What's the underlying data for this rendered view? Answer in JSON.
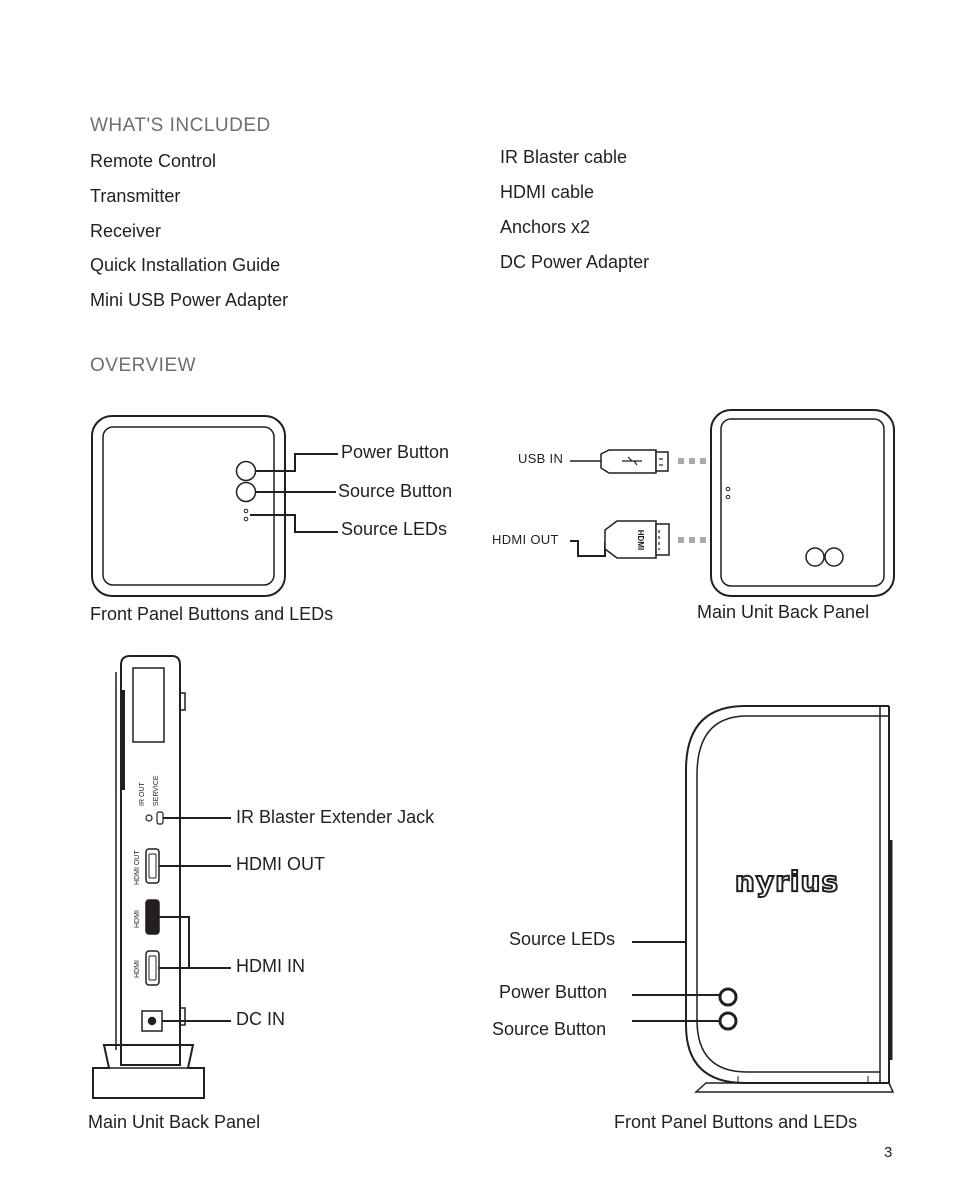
{
  "included": {
    "heading": "WHAT'S INCLUDED",
    "left_items": [
      "Remote Control",
      "Transmitter",
      "Receiver",
      "Quick Installation Guide",
      "Mini USB Power Adapter"
    ],
    "right_items": [
      "IR Blaster cable",
      "HDMI cable",
      "Anchors x2",
      "DC Power Adapter"
    ]
  },
  "overview": {
    "heading": "OVERVIEW",
    "front_panel": {
      "power_button": "Power Button",
      "source_button": "Source Button",
      "source_leds": "Source LEDs",
      "caption": "Front Panel Buttons and LEDs"
    },
    "back_panel": {
      "usb_in": "USB IN",
      "hdmi_out": "HDMI OUT",
      "caption": "Main Unit Back Panel"
    },
    "side_panel": {
      "ir_blaster": "IR Blaster Extender Jack",
      "hdmi_out": "HDMI OUT",
      "hdmi_in": "HDMI IN",
      "dc_in": "DC IN",
      "port_ir_out": "IR OUT",
      "port_service": "SERVICE",
      "port_hdmi_out": "HDMI OUT",
      "port_hdmi_1": "HDMI",
      "port_hdmi_2": "HDMI",
      "caption": "Main Unit Back Panel"
    },
    "standing_unit": {
      "brand": "nyrius",
      "source_leds": "Source LEDs",
      "power_button": "Power Button",
      "source_button": "Source Button",
      "caption": "Front Panel Buttons and LEDs"
    }
  },
  "page_number": "3"
}
